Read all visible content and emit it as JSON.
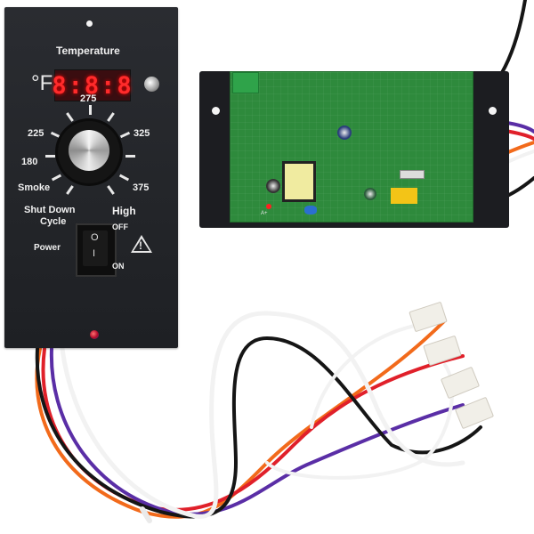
{
  "scene": {
    "description": "Pellet grill digital thermostat controller kit: front control panel, controller circuit board, and wiring harness with connectors",
    "background_color": "#ffffff"
  },
  "control_panel": {
    "title": "Temperature",
    "unit": "°F",
    "display": {
      "value": "8:8:8",
      "color": "#ff2b2b"
    },
    "dial_labels": [
      "Smoke",
      "180",
      "225",
      "275",
      "325",
      "375",
      "High"
    ],
    "shutdown_label_line1": "Shut Down",
    "shutdown_label_line2": "Cycle",
    "power_label": "Power",
    "switch": {
      "off_label": "OFF",
      "on_label": "ON",
      "top_symbol": "O",
      "bottom_symbol": "I"
    },
    "warning_symbol": "!",
    "panel_color": "#232529"
  },
  "circuit_board": {
    "color": "#2e8a3c",
    "plate_color": "#1c1d21",
    "markings": [
      "A+"
    ]
  },
  "wiring": {
    "wire_colors": {
      "black": "#151515",
      "white": "#f2f2f2",
      "orange": "#f26a1b",
      "red": "#e0202a",
      "purple": "#5a2ea6"
    },
    "connector_count": 4
  }
}
